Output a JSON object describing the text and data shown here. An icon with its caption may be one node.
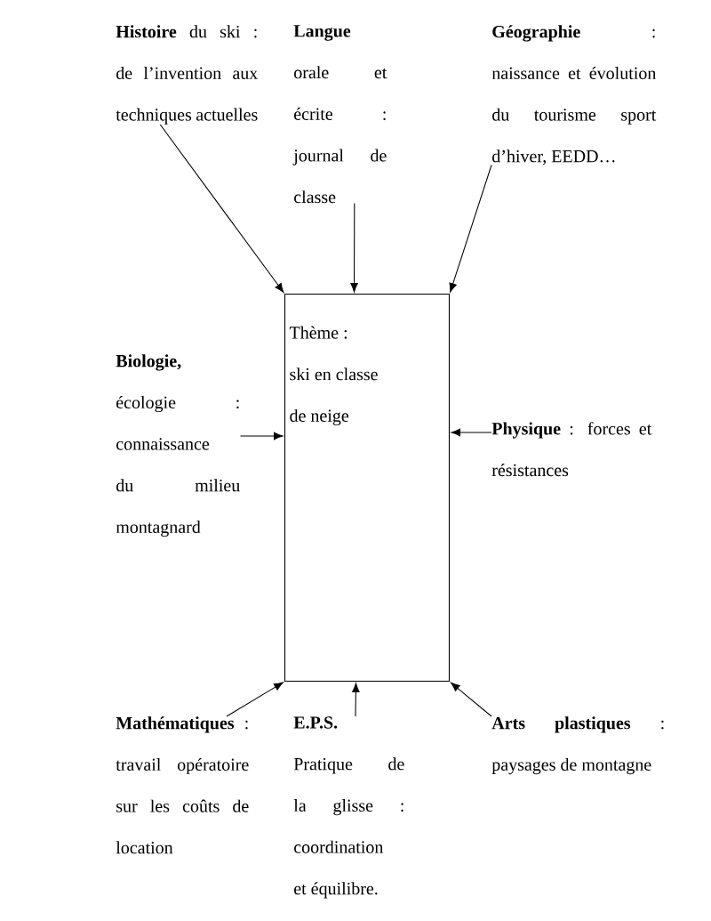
{
  "diagram": {
    "nodes": [
      {
        "text": [
          "**Histoire** du ski : de l’invention aux techniques actuelles"
        ]
      },
      {
        "text": [
          "**Langue** orale et écrite : journal de classe"
        ]
      },
      {
        "text": [
          "**Géographie** : naissance et évolution du tourisme sport d’hiver, EEDD…"
        ]
      },
      {
        "text": [
          "Biologie,",
          "écologie : connaissance du milieu montagnard"
        ]
      },
      {
        "text": [
          "Thème :",
          "ski en classe de neige"
        ]
      },
      {
        "text": [
          "**Physique** : forces et résistances"
        ]
      },
      {
        "text": [
          "**Mathématiques** : travail opératoire sur les coûts de location"
        ]
      },
      {
        "text": [
          "E.P.S.",
          "Pratique de la glisse : coordination et équilibre."
        ]
      },
      {
        "text": [
          "**Arts plastiques** : paysages de montagne"
        ]
      }
    ],
    "edges": [
      {
        "from": 0,
        "to": 4,
        "arrow": "to"
      },
      {
        "from": 1,
        "to": 4,
        "arrow": "to"
      },
      {
        "from": 2,
        "to": 4,
        "arrow": "to"
      },
      {
        "from": 3,
        "to": 4,
        "arrow": "to"
      },
      {
        "from": 5,
        "to": 4,
        "arrow": "to"
      },
      {
        "from": 6,
        "to": 4,
        "arrow": "to"
      },
      {
        "from": 7,
        "to": 4,
        "arrow": "to"
      },
      {
        "from": 8,
        "to": 4,
        "arrow": "to"
      }
    ]
  }
}
